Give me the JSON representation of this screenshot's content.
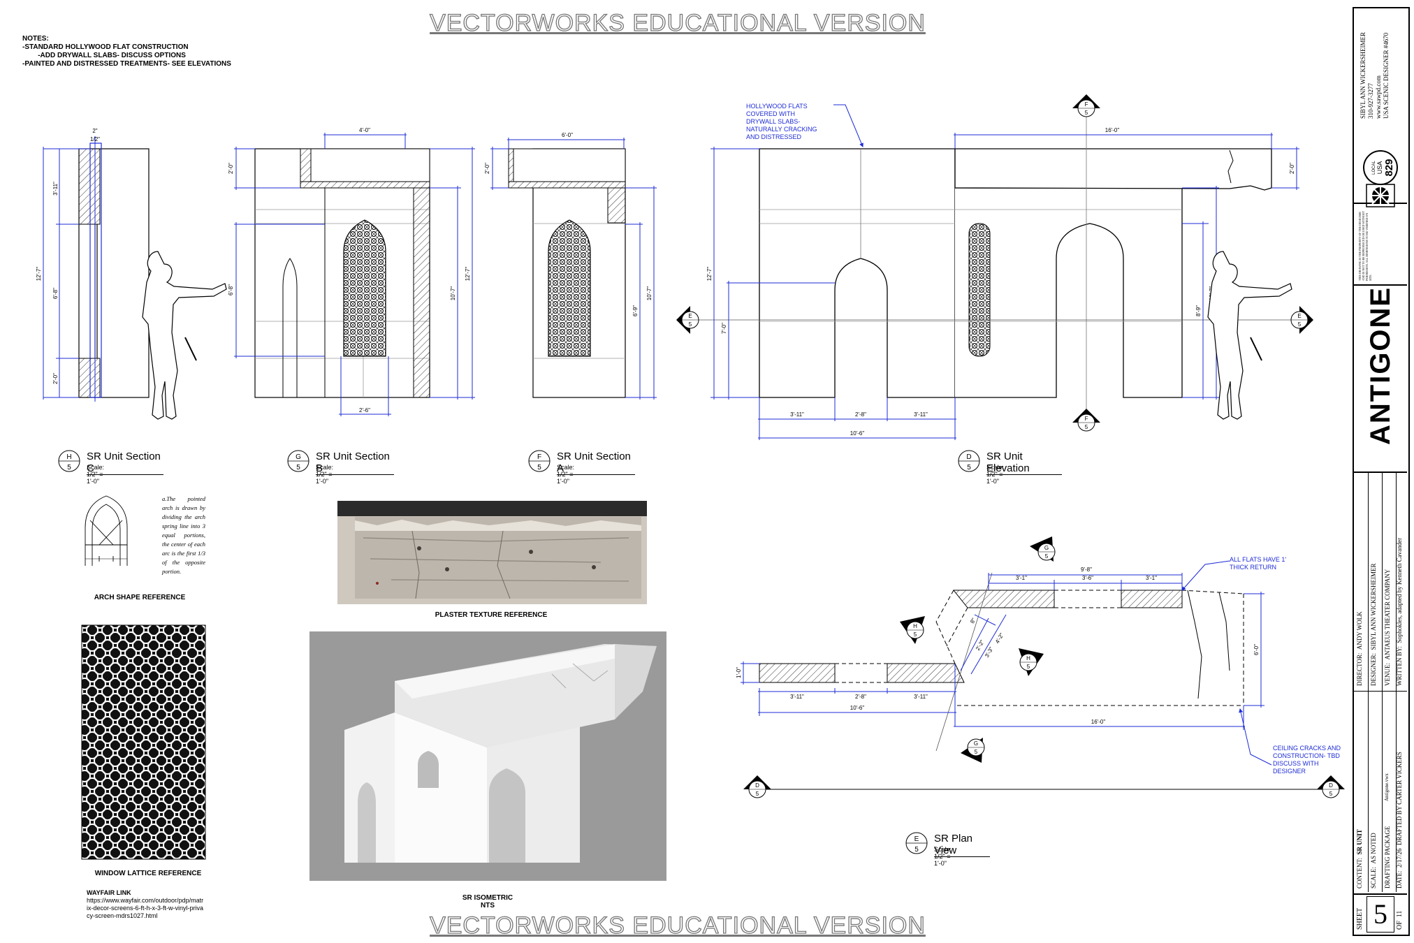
{
  "watermark": "VECTORWORKS EDUCATIONAL VERSION",
  "notes": {
    "heading": "NOTES:",
    "lines": [
      "-STANDARD HOLLYWOOD FLAT CONSTRUCTION",
      "        -ADD DRYWALL SLABS- DISCUSS OPTIONS",
      "-PAINTED AND DISTRESSED TREATMENTS- SEE ELEVATIONS"
    ]
  },
  "views": [
    {
      "id": "H",
      "sheet": "5",
      "title": "SR Unit Section C",
      "scale": "Scale: 1/2\" = 1'-0\""
    },
    {
      "id": "G",
      "sheet": "5",
      "title": "SR Unit Section B",
      "scale": "Scale: 1/2\" = 1'-0\""
    },
    {
      "id": "F",
      "sheet": "5",
      "title": "SR Unit Section A",
      "scale": "Scale: 1/2\" = 1'-0\""
    },
    {
      "id": "D",
      "sheet": "5",
      "title": "SR Unit Elevation",
      "scale": "Scale: 1/2\" = 1'-0\""
    },
    {
      "id": "E",
      "sheet": "5",
      "title": "SR Plan View",
      "scale": "Scale: 1/2\" = 1'-0\""
    }
  ],
  "dimensions": {
    "secC": [
      "2\"",
      "1/2\"",
      "3'-11\"",
      "6'-8\"",
      "2'-0\"",
      "12'-7\""
    ],
    "secB": [
      "4'-0\"",
      "2'-0\"",
      "6'-8\"",
      "10'-7\"",
      "12'-7\"",
      "2'-6\""
    ],
    "secA": [
      "6'-0\"",
      "2'-0\"",
      "6'-9\"",
      "10'-7\""
    ],
    "elev": [
      "16'-0\"",
      "2'-0\"",
      "12'-7\"",
      "7'-0\"",
      "8'-9\"",
      "10'-7\"",
      "3'-11\"",
      "2'-8\"",
      "3'-11\"",
      "10'-6\""
    ],
    "plan": [
      "9'-8\"",
      "3'-1\"",
      "3'-6\"",
      "3'-1\"",
      "1'-0\"",
      "3'-11\"",
      "2'-8\"",
      "3'-11\"",
      "10'-6\"",
      "16'-0\"",
      "6'-0\"",
      "8\"",
      "2'-2\"",
      "3'-3\"",
      "4'-2\""
    ]
  },
  "annotations": {
    "hollywood": [
      "HOLLYWOOD FLATS",
      "COVERED WITH",
      "DRYWALL SLABS-",
      "NATURALLY CRACKING",
      "AND DISTRESSED"
    ],
    "flats_return": [
      "ALL FLATS HAVE 1'",
      "THICK RETURN"
    ],
    "ceiling": [
      "CEILING CRACKS AND",
      "CONSTRUCTION- TBD",
      "DISCUSS WITH",
      "DESIGNER"
    ]
  },
  "references": {
    "arch_text": "a.The pointed arch is drawn by dividing the arch spring line into 3 equal portions, the center of each arc is the first 1/3 of the opposite portion.",
    "arch_caption": "ARCH SHAPE REFERENCE",
    "plaster_caption": "PLASTER TEXTURE REFERENCE",
    "lattice_caption": "WINDOW LATTICE REFERENCE",
    "iso_caption_1": "SR ISOMETRIC",
    "iso_caption_2": "NTS",
    "wayfair_title": "WAYFAIR LINK",
    "wayfair_url": [
      "https://www.wayfair.com/outdoor/pdp/matr",
      "ix-decor-screens-6-ft-h-x-3-ft-w-vinyl-priva",
      "cy-screen-mdrs1027.html"
    ]
  },
  "title_block": {
    "designer_name": "SIBYL ANN WICKERSHEIMER",
    "phone": "310-927-3277",
    "web": "www.sawpd.com",
    "union": "USA SCENIC DESIGNER #4670",
    "logo_local": "LOCAL",
    "logo_usa": "USA",
    "logo_num": "829",
    "show": "ANTIGONE",
    "director_label": "DIRECTOR:",
    "director": "ANDY WOLK",
    "designer_label": "DESIGNER:",
    "designer": "SIBYL ANN WICKERSHEIMER",
    "venue_label": "VENUE:",
    "venue": "ANTAEUS THEATER COMPANY",
    "written_label": "WRITTEN BY:",
    "written": "Sophokles, adapted by Kenneth Cavander",
    "content_label": "CONTENT:",
    "content": "SR UNIT",
    "scale_label": "SCALE:",
    "scale": "AS NOTED",
    "package": "DRAFTING PACKAGE",
    "file": "Antigone.vwx",
    "date_label": "DATE:",
    "date": "2/17/26",
    "drafted": "DRAFTED BY CARTER VICKERS",
    "sheet_label": "SHEET",
    "sheet": "5",
    "of_label": "OF",
    "of": "11",
    "disclaimer": "THIS DRAWING IS THE PROPERTY OF THE DESIGNER AND IS NOT TO BE REPRODUCED OR USED WITHOUT PERMISSION. ALL DIMENSIONS TO BE VERIFIED ON SITE."
  }
}
